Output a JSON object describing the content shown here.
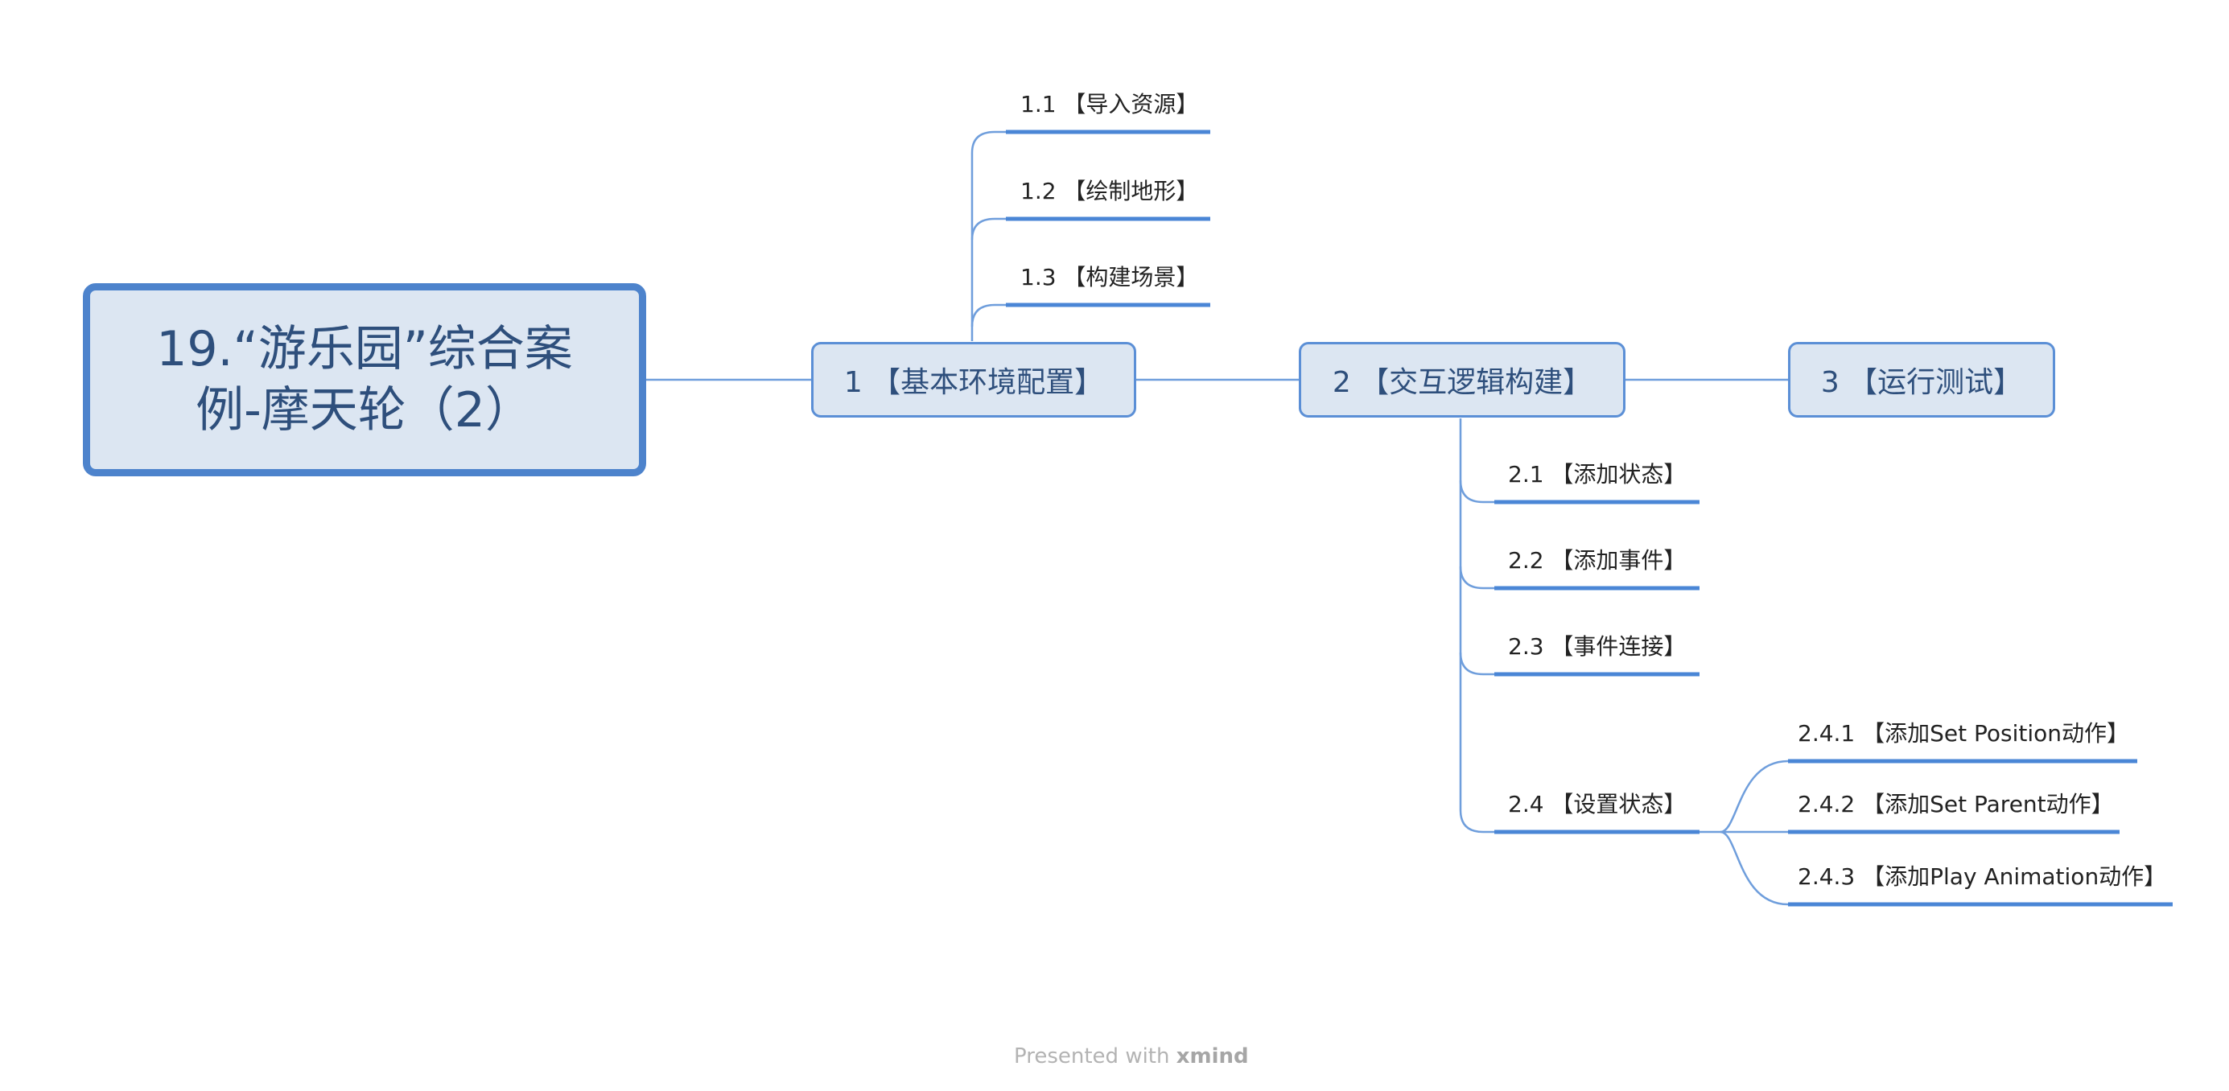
{
  "root": {
    "title_line1": "19.“游乐园”综合案",
    "title_line2": "例-摩天轮（2）"
  },
  "topics": [
    {
      "label": "1 【基本环境配置】",
      "subtopics": [
        "1.1 【导入资源】",
        "1.2 【绘制地形】",
        "1.3 【构建场景】"
      ]
    },
    {
      "label": "2 【交互逻辑构建】",
      "subtopics": [
        "2.1 【添加状态】",
        "2.2 【添加事件】",
        "2.3 【事件连接】",
        "2.4 【设置状态】"
      ],
      "children_of_2_4": [
        "2.4.1 【添加Set Position动作】",
        "2.4.2 【添加Set Parent动作】",
        "2.4.3 【添加Play Animation动作】"
      ]
    },
    {
      "label": "3 【运行测试】"
    }
  ],
  "footer": {
    "prefix": "Presented with",
    "brand": "xmind"
  },
  "colors": {
    "line": "#4a86d6",
    "node_fill": "#dce6f2",
    "node_text": "#2e4f7c",
    "root_border": "#4d83cc"
  }
}
